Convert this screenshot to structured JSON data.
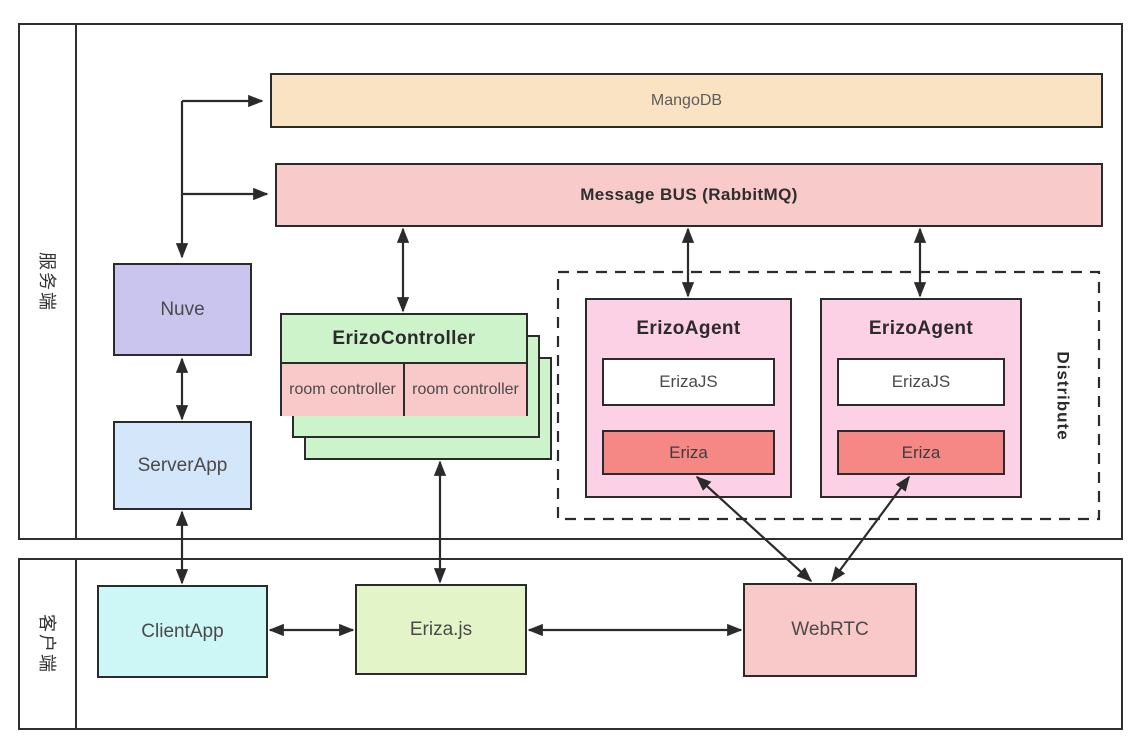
{
  "lanes": {
    "server": "服务端",
    "client": "客户端"
  },
  "nodes": {
    "mangodb": "MangoDB",
    "message_bus": "Message BUS (RabbitMQ)",
    "nuve": "Nuve",
    "server_app": "ServerApp",
    "erizo_controller": "ErizoController",
    "room_controllers": [
      "room controller",
      "room controller"
    ],
    "distribute": "Distribute",
    "erizo_agents": [
      {
        "title": "ErizoAgent",
        "modules": [
          "ErizaJS",
          "Eriza"
        ]
      },
      {
        "title": "ErizoAgent",
        "modules": [
          "ErizaJS",
          "Eriza"
        ]
      }
    ],
    "client_app": "ClientApp",
    "eriza_js": "Eriza.js",
    "webrtc": "WebRTC"
  },
  "colors": {
    "mangodb_fill": "#fae3c3",
    "message_bus_fill": "#f9caca",
    "nuve_fill": "#c9c5ef",
    "server_app_fill": "#d4e6f9",
    "erizo_controller_fill": "#cdf3cb",
    "room_controller_fill": "#f9c8c8",
    "erizo_agent_fill": "#fcd0e5",
    "erizajs_module_fill": "#ffffff",
    "eriza_module_fill": "#f58784",
    "client_app_fill": "#cdf6f6",
    "eriza_js_fill": "#e2f4c8",
    "webrtc_fill": "#f9c8c8",
    "line_color": "#2b2b2b"
  }
}
